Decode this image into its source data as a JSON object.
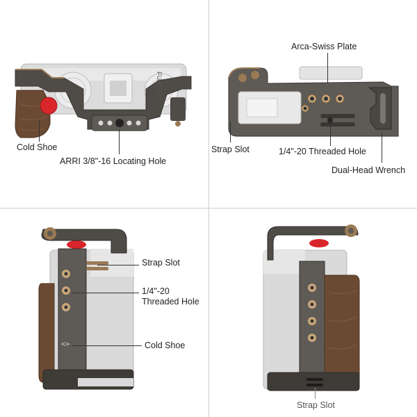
{
  "panels": {
    "top_left": {
      "cold_shoe_label": "Cold Shoe",
      "locating_hole_label": "ARRI 3/8\"-16 Locating Hole",
      "brand_text": "FUJIFILM"
    },
    "top_right": {
      "arca_label": "Arca-Swiss Plate",
      "strap_slot_label": "Strap Slot",
      "threaded_hole_label": "1/4\"-20 Threaded Hole",
      "wrench_label": "Dual-Head Wrench"
    },
    "bottom_left": {
      "strap_slot_label": "Strap Slot",
      "threaded_hole_line1": "1/4\"-20",
      "threaded_hole_line2": "Threaded Hole",
      "cold_shoe_label": "Cold Shoe"
    },
    "bottom_right": {
      "strap_slot_label": "Strap Slot"
    }
  },
  "colors": {
    "cage_metal": "#5e5a55",
    "cage_bronze": "#9a7a55",
    "camera_silver": "#d9d9d9",
    "wood_grip": "#6b4a33",
    "shutter_red": "#d8262b",
    "divider": "#cfcfcf"
  }
}
